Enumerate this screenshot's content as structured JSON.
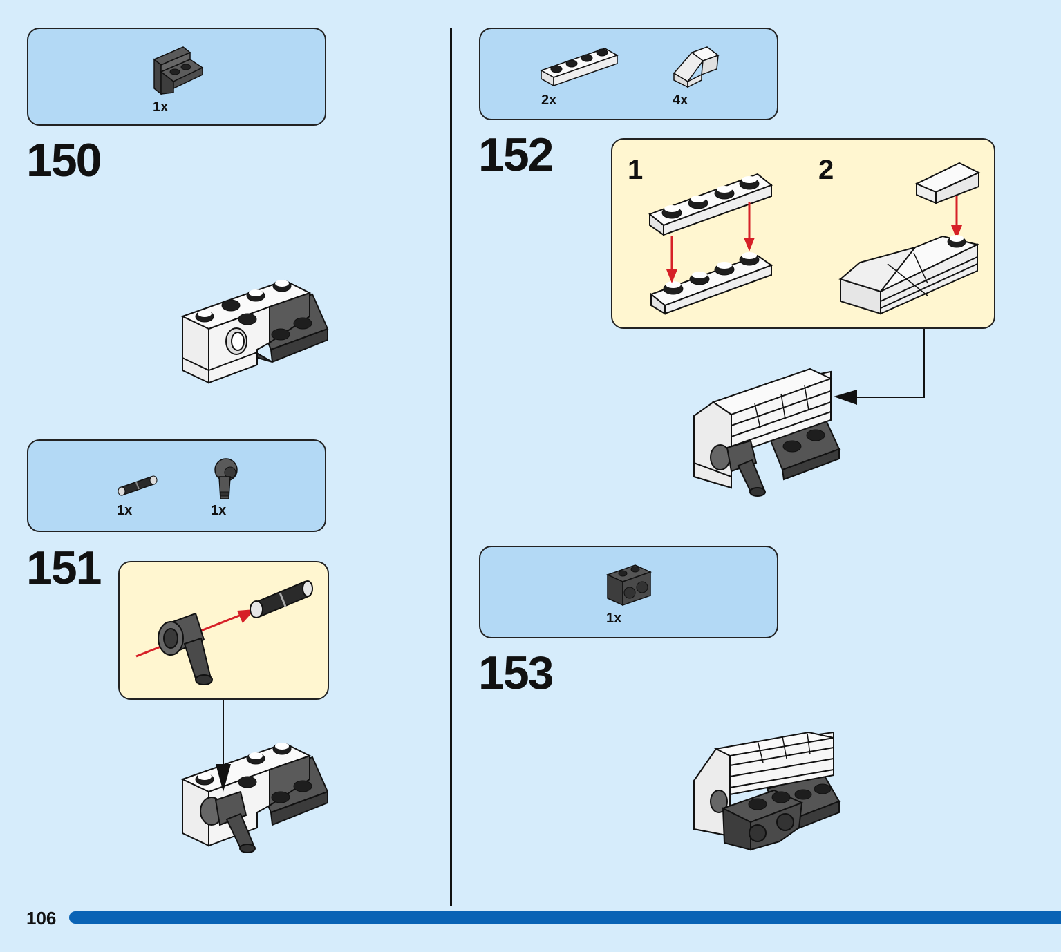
{
  "page": {
    "number": "106"
  },
  "steps": [
    {
      "id": "150",
      "number": "150",
      "parts": [
        {
          "qty": "1x",
          "icon": "dark-gray-bracket-1x2-2x2-icon"
        }
      ]
    },
    {
      "id": "151",
      "number": "151",
      "parts": [
        {
          "qty": "1x",
          "icon": "technic-pin-icon"
        },
        {
          "qty": "1x",
          "icon": "technic-pin-connector-icon"
        }
      ]
    },
    {
      "id": "152",
      "number": "152",
      "parts": [
        {
          "qty": "2x",
          "icon": "white-plate-1x4-icon"
        },
        {
          "qty": "4x",
          "icon": "white-slope-1x2-icon"
        }
      ],
      "substeps": [
        {
          "number": "1"
        },
        {
          "number": "2"
        }
      ]
    },
    {
      "id": "153",
      "number": "153",
      "parts": [
        {
          "qty": "1x",
          "icon": "dark-gray-technic-brick-1x2-icon"
        }
      ]
    }
  ],
  "colors": {
    "page_bg": "#d6ecfb",
    "parts_box": "#b3d9f5",
    "substep_box": "#fff6d0",
    "arrow_red": "#d62027",
    "page_bar": "#0a63b5",
    "white_brick": "#f4f4f4",
    "dark_gray_brick": "#4a4a4a"
  }
}
